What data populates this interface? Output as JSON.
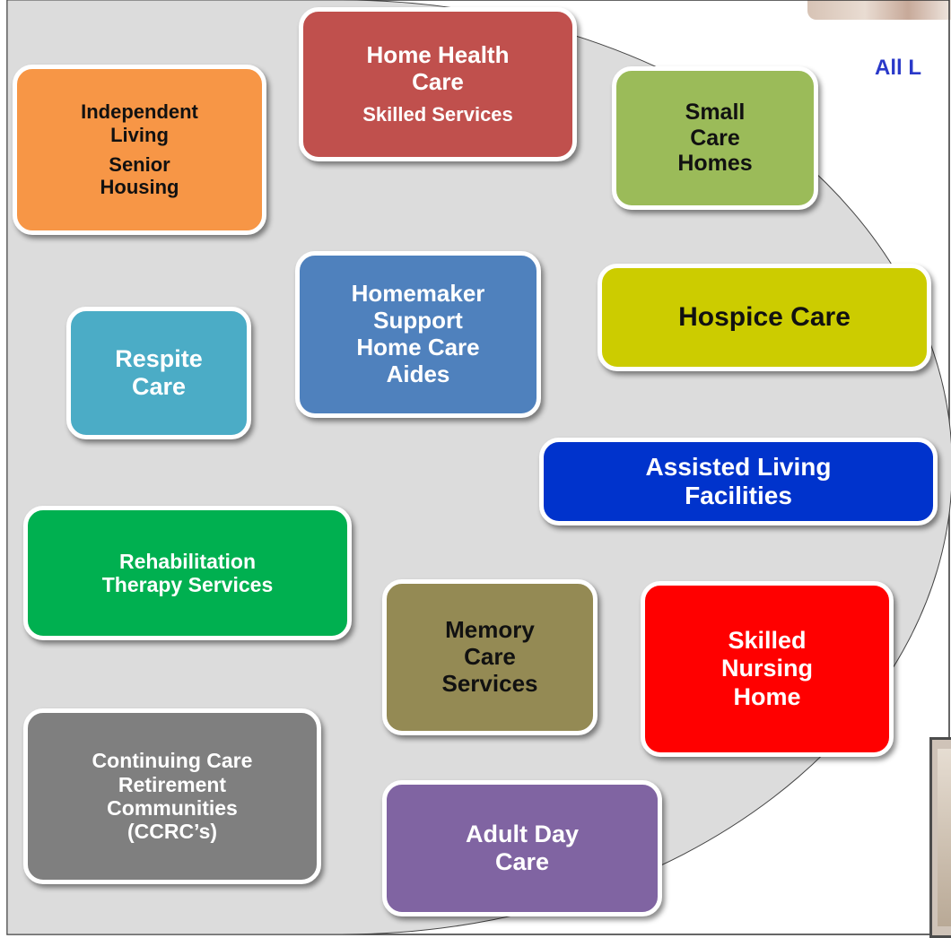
{
  "headline": "All L",
  "colors": {
    "circle_fill": "#dcdcdc",
    "headline": "#2a39c9"
  },
  "boxes": {
    "independent_living": {
      "line1": "Independent",
      "line2": "Living",
      "line3": "Senior",
      "line4": "Housing",
      "color": "#f79646"
    },
    "home_health_care": {
      "line1": "Home Health",
      "line2": "Care",
      "sub": "Skilled Services",
      "color": "#c0504d"
    },
    "small_care_homes": {
      "line1": "Small",
      "line2": "Care",
      "line3": "Homes",
      "color": "#9bbb59"
    },
    "homemaker": {
      "line1": "Homemaker",
      "line2": "Support",
      "line3": "Home Care",
      "line4": "Aides",
      "color": "#4f81bd"
    },
    "hospice_care": {
      "line1": "Hospice Care",
      "color": "#cccc00"
    },
    "respite_care": {
      "line1": "Respite",
      "line2": "Care",
      "color": "#4bacc6"
    },
    "assisted_living": {
      "line1": "Assisted Living",
      "line2": "Facilities",
      "color": "#0033cc"
    },
    "rehabilitation": {
      "line1": "Rehabilitation",
      "line2": "Therapy Services",
      "color": "#00b050"
    },
    "memory_care": {
      "line1": "Memory",
      "line2": "Care",
      "line3": "Services",
      "color": "#948a54"
    },
    "skilled_nursing": {
      "line1": "Skilled",
      "line2": "Nursing",
      "line3": "Home",
      "color": "#ff0000"
    },
    "ccrc": {
      "line1": "Continuing Care",
      "line2": "Retirement",
      "line3": "Communities",
      "line4": "(CCRC’s)",
      "color": "#7f7f7f"
    },
    "adult_day_care": {
      "line1": "Adult Day",
      "line2": "Care",
      "color": "#8064a2"
    }
  }
}
